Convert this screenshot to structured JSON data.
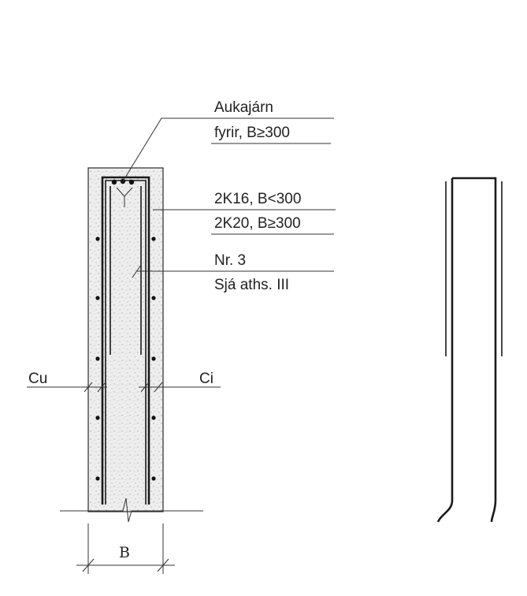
{
  "labels": {
    "extra_bars_line1": "Aukajárn",
    "extra_bars_line2": "fyrir, B≥300",
    "main_bars_line1": "2K16, B<300",
    "main_bars_line2": "2K20, B≥300",
    "stirrup_line1": "Nr. 3",
    "stirrup_line2": "Sjá aths. III",
    "cover_outer": "Cu",
    "cover_inner": "Ci",
    "width": "B"
  },
  "colors": {
    "line": "#1a1a1a",
    "concrete_fill": "#e9e9e9",
    "concrete_speckle": "#bdbdbd"
  }
}
